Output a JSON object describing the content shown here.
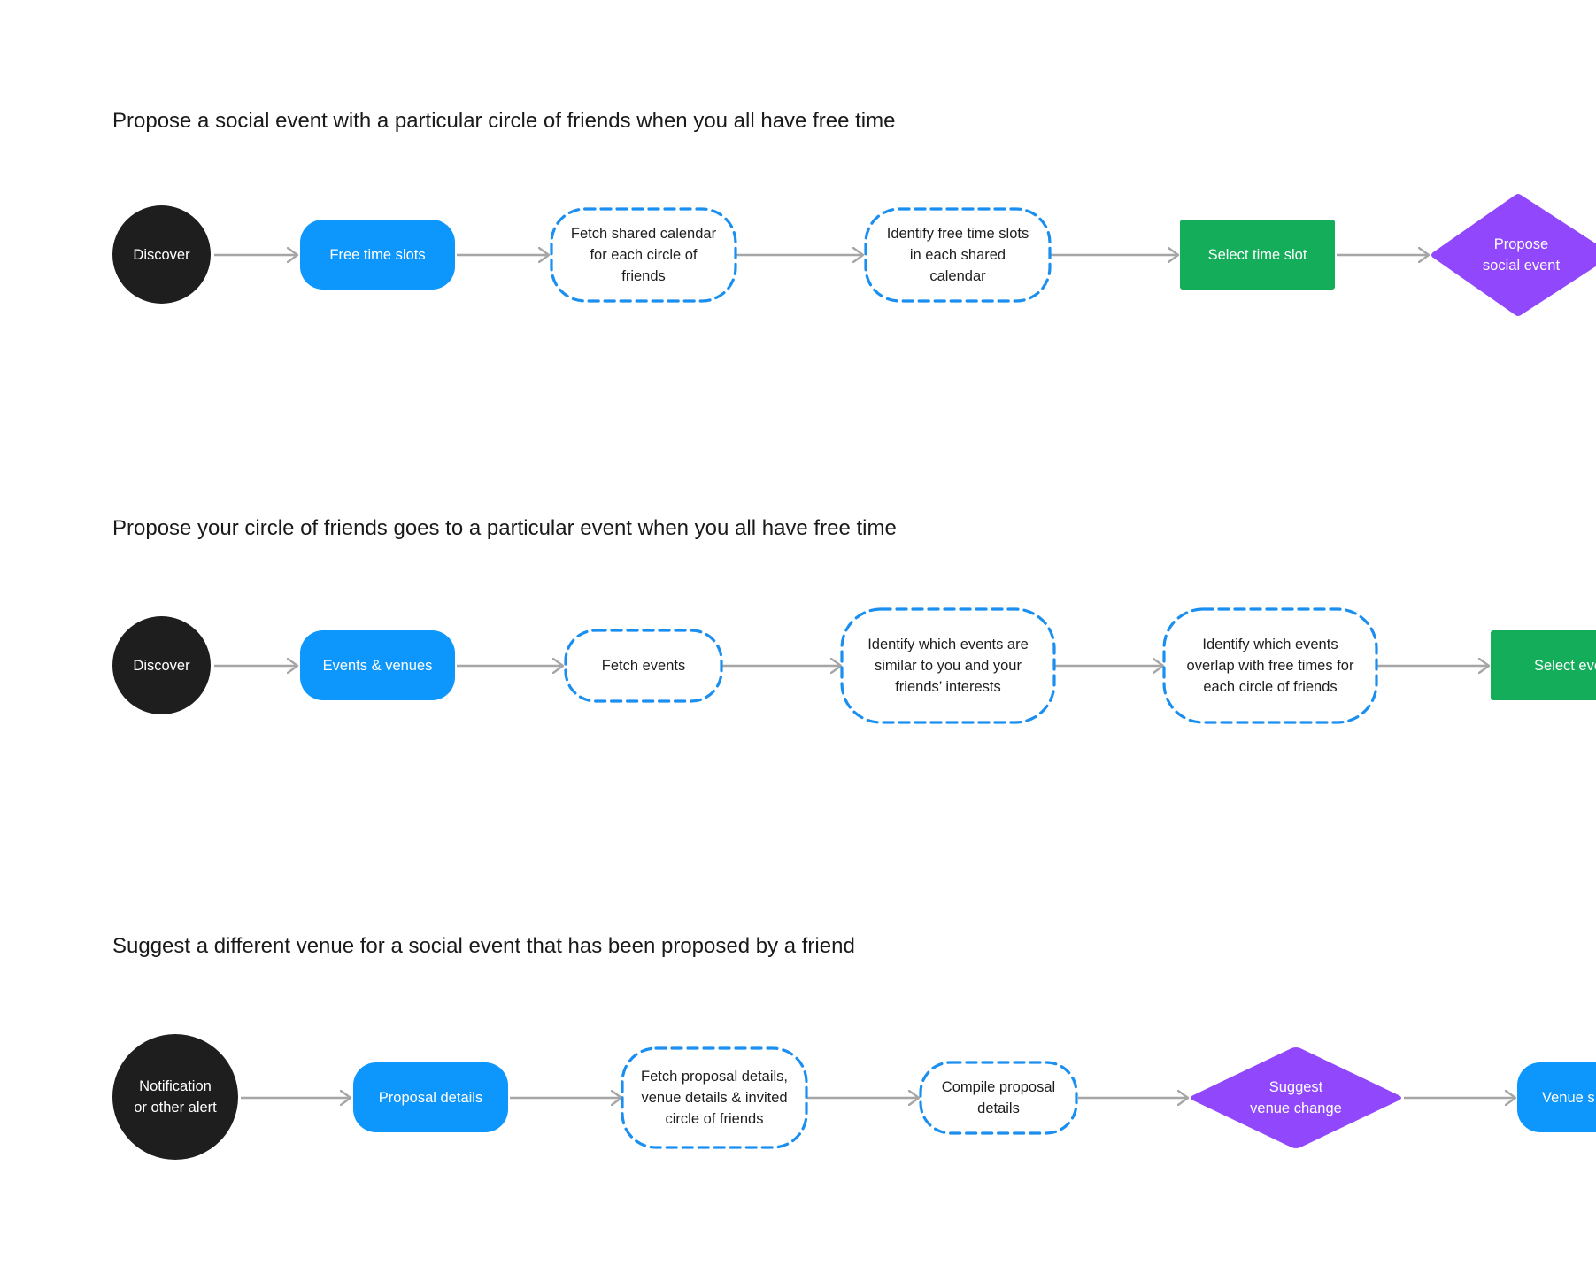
{
  "colors": {
    "start_node": "#1e1e1e",
    "data_node": "#0d96fb",
    "process_border": "#1a8ff0",
    "action_node": "#14ad5a",
    "decision_node": "#9148fc",
    "connector": "#a6a6a6"
  },
  "flows": [
    {
      "title": "Propose a social event with a particular circle of friends when you all have free time",
      "nodes": [
        {
          "label": "Discover"
        },
        {
          "label": "Free time slots"
        },
        {
          "label": "Fetch shared calendar\nfor each circle of\nfriends"
        },
        {
          "label": "Identify free time slots\nin each shared\ncalendar"
        },
        {
          "label": "Select time slot"
        },
        {
          "label": "Propose\nsocial event"
        }
      ]
    },
    {
      "title": "Propose your circle of friends goes to a particular event when you all have free time",
      "nodes": [
        {
          "label": "Discover"
        },
        {
          "label": "Events & venues"
        },
        {
          "label": "Fetch events"
        },
        {
          "label": "Identify which events are\nsimilar to you and your\nfriends’ interests"
        },
        {
          "label": "Identify which events\noverlap with free times for\neach circle of friends"
        },
        {
          "label": "Select eve"
        }
      ]
    },
    {
      "title": "Suggest a different venue for a social event that has been proposed by a friend",
      "nodes": [
        {
          "label": "Notification\nor other alert"
        },
        {
          "label": "Proposal details"
        },
        {
          "label": "Fetch proposal details,\nvenue details & invited\ncircle of friends"
        },
        {
          "label": "Compile proposal\ndetails"
        },
        {
          "label": "Suggest\nvenue change"
        },
        {
          "label": "Venue s"
        }
      ]
    }
  ]
}
